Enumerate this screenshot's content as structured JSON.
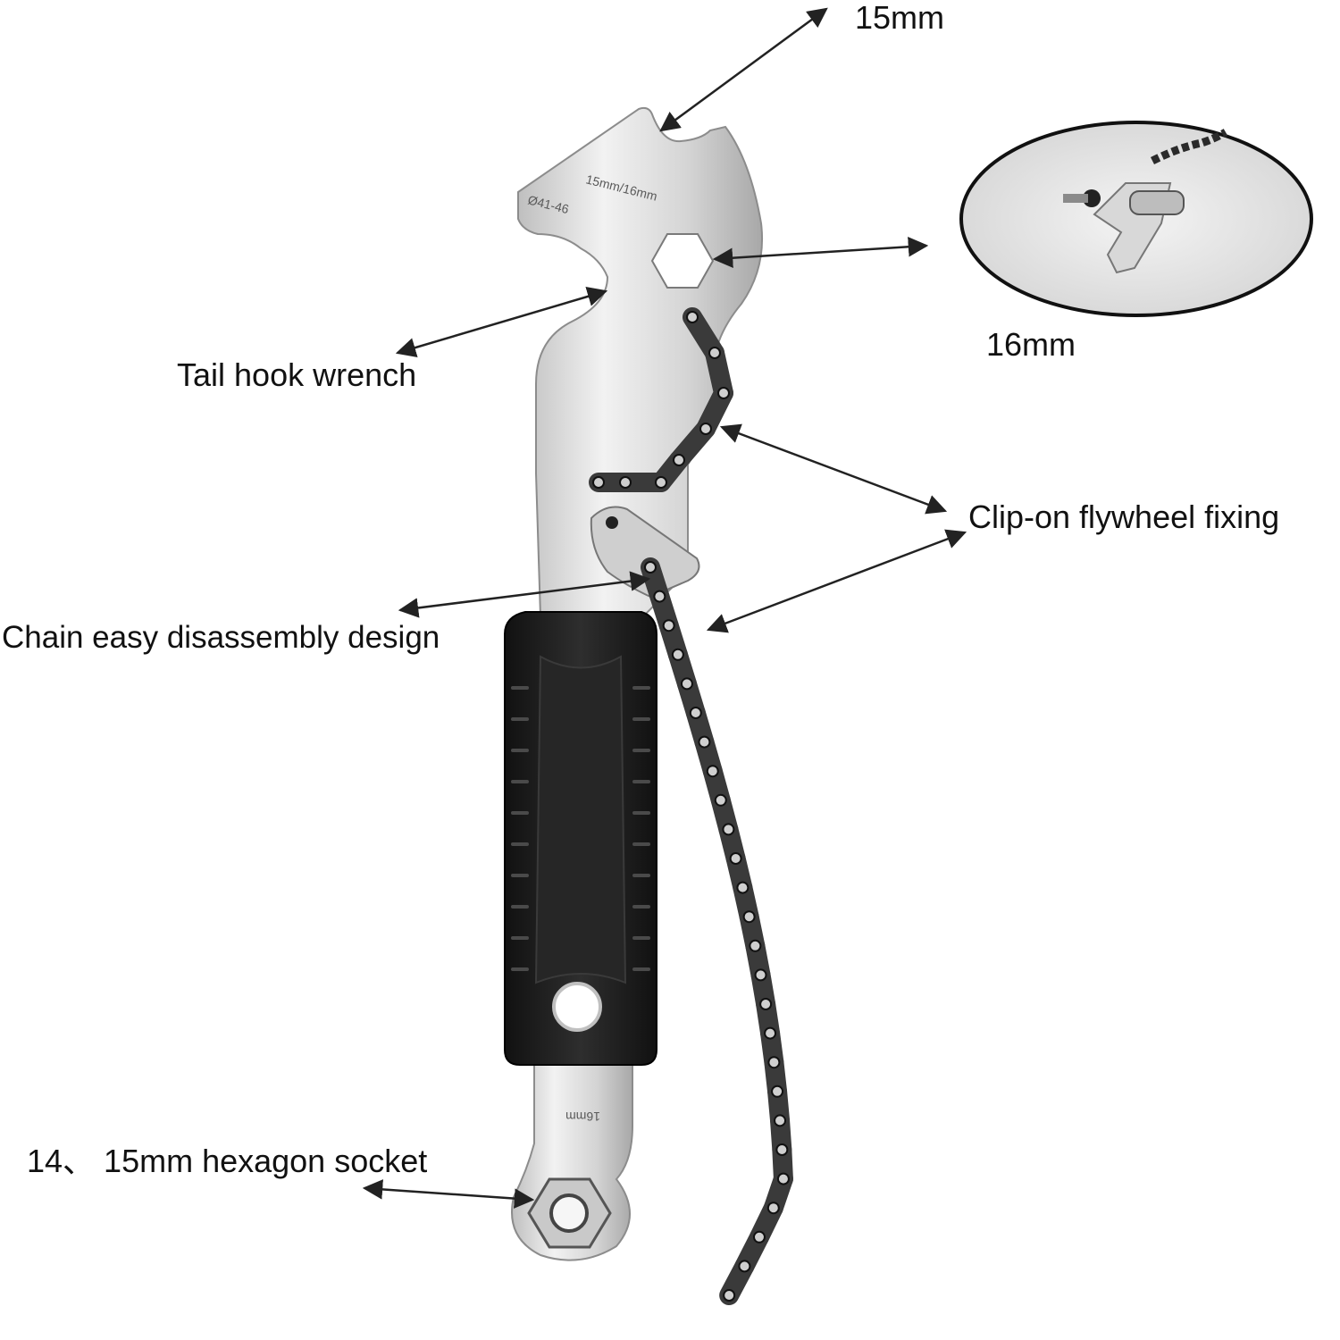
{
  "labels": {
    "top_size": "15mm",
    "inset_size": "16mm",
    "tail_hook": "Tail hook wrench",
    "clip_on": "Clip-on flywheel fixing",
    "chain_design": "Chain easy disassembly design",
    "hex_socket": "14、 15mm hexagon socket"
  },
  "tool_engraving": {
    "head_line1": "15mm/16mm",
    "head_line2": "Ø41-46",
    "handle_mark": "16mm"
  },
  "colors": {
    "steel": "#d9d9d9",
    "steel_edge": "#8c8c8c",
    "grip": "#1c1c1c",
    "chain": "#3a3a3a",
    "arrow": "#222222",
    "text": "#111111"
  },
  "chain": {
    "link_count": 26
  }
}
